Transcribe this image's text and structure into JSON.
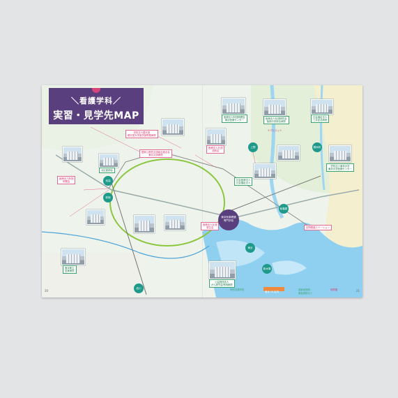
{
  "map": {
    "title_line1": "＼看護学科／",
    "title_line2": "実習・見学先MAP",
    "school_label": "東京医薬看護\n専門学校",
    "page_left": "20",
    "page_right": "21",
    "labels": [
      {
        "text": "医療法人財団明理会\n東京医療センター"
      },
      {
        "text": "医療法人社団明芳会\n板橋中央総合病院"
      },
      {
        "text": "社会福祉法人\n三井記念病院"
      },
      {
        "text": "医療法人社団\n成和会"
      },
      {
        "text": "学校法人順天堂\n順天堂大学医学部附属病院"
      },
      {
        "text": "国家公務員共済組合連合会\n東京共済病院"
      },
      {
        "text": "社会医療法人\n社会福祉法人"
      },
      {
        "text": "医療法人財団\n明理会"
      },
      {
        "text": "学校法人東邦大学\n東邦大学医療センター"
      },
      {
        "text": "医療法人社団\n慈生会"
      },
      {
        "text": "北区医師会"
      },
      {
        "text": "東京都立\n墨東病院"
      },
      {
        "text": "公益財団法人\nがん研究会有明病院"
      },
      {
        "text": "訪問看護ステーション"
      },
      {
        "text": "ケアビジット"
      }
    ],
    "stations": [
      "池袋",
      "上野",
      "新宿",
      "品川",
      "東京",
      "秋葉原",
      "錦糸町",
      "新木場"
    ],
    "bottom_icons": [
      "特別支援学校",
      "東京 23 区内",
      "高齢者施設・\n福祉施設など",
      "保育園"
    ]
  }
}
